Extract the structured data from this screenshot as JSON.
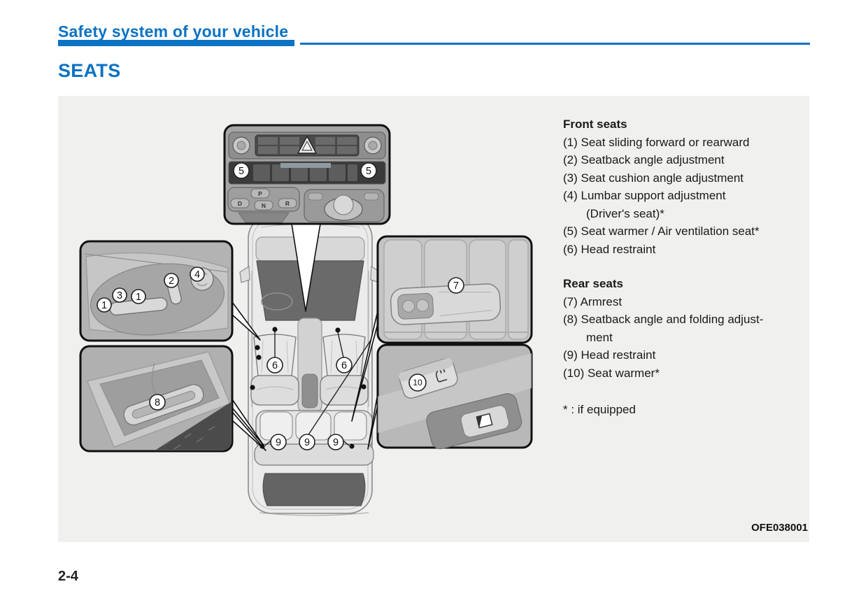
{
  "header": {
    "chapter_title": "Safety system of your vehicle",
    "section_title": "SEATS"
  },
  "front_seats": {
    "heading": "Front seats",
    "items": [
      {
        "num": "(1)",
        "text": "Seat sliding forward or rearward"
      },
      {
        "num": "(2)",
        "text": "Seatback angle adjustment"
      },
      {
        "num": "(3)",
        "text": "Seat cushion angle adjustment"
      },
      {
        "num": "(4)",
        "text": "Lumbar support adjustment",
        "text2": "(Driver's seat)*"
      },
      {
        "num": "(5)",
        "text": "Seat warmer / Air ventilation seat*"
      },
      {
        "num": "(6)",
        "text": "Head restraint"
      }
    ]
  },
  "rear_seats": {
    "heading": "Rear seats",
    "items": [
      {
        "num": "(7)",
        "text": "Armrest"
      },
      {
        "num": "(8)",
        "text": "Seatback angle and folding adjust-",
        "text2": "ment"
      },
      {
        "num": "(9)",
        "text": "Head restraint"
      },
      {
        "num": "(10)",
        "text": "Seat warmer*"
      }
    ]
  },
  "footnote": "* : if equipped",
  "figure": {
    "code": "OFE038001"
  },
  "page_number": "2-4",
  "diagram": {
    "callouts": {
      "one_a": "1",
      "one_b": "1",
      "two": "2",
      "three": "3",
      "four": "4",
      "five_left": "5",
      "five_right": "5",
      "six_left": "6",
      "six_right": "6",
      "seven": "7",
      "eight": "8",
      "nine_left": "9",
      "nine_center": "9",
      "nine_right": "9",
      "ten": "10"
    },
    "shifter": {
      "p": "P",
      "r": "R",
      "n": "N",
      "d": "D"
    }
  },
  "colors": {
    "accent": "#0b72c4",
    "panel_bg": "#f0f0ef"
  }
}
